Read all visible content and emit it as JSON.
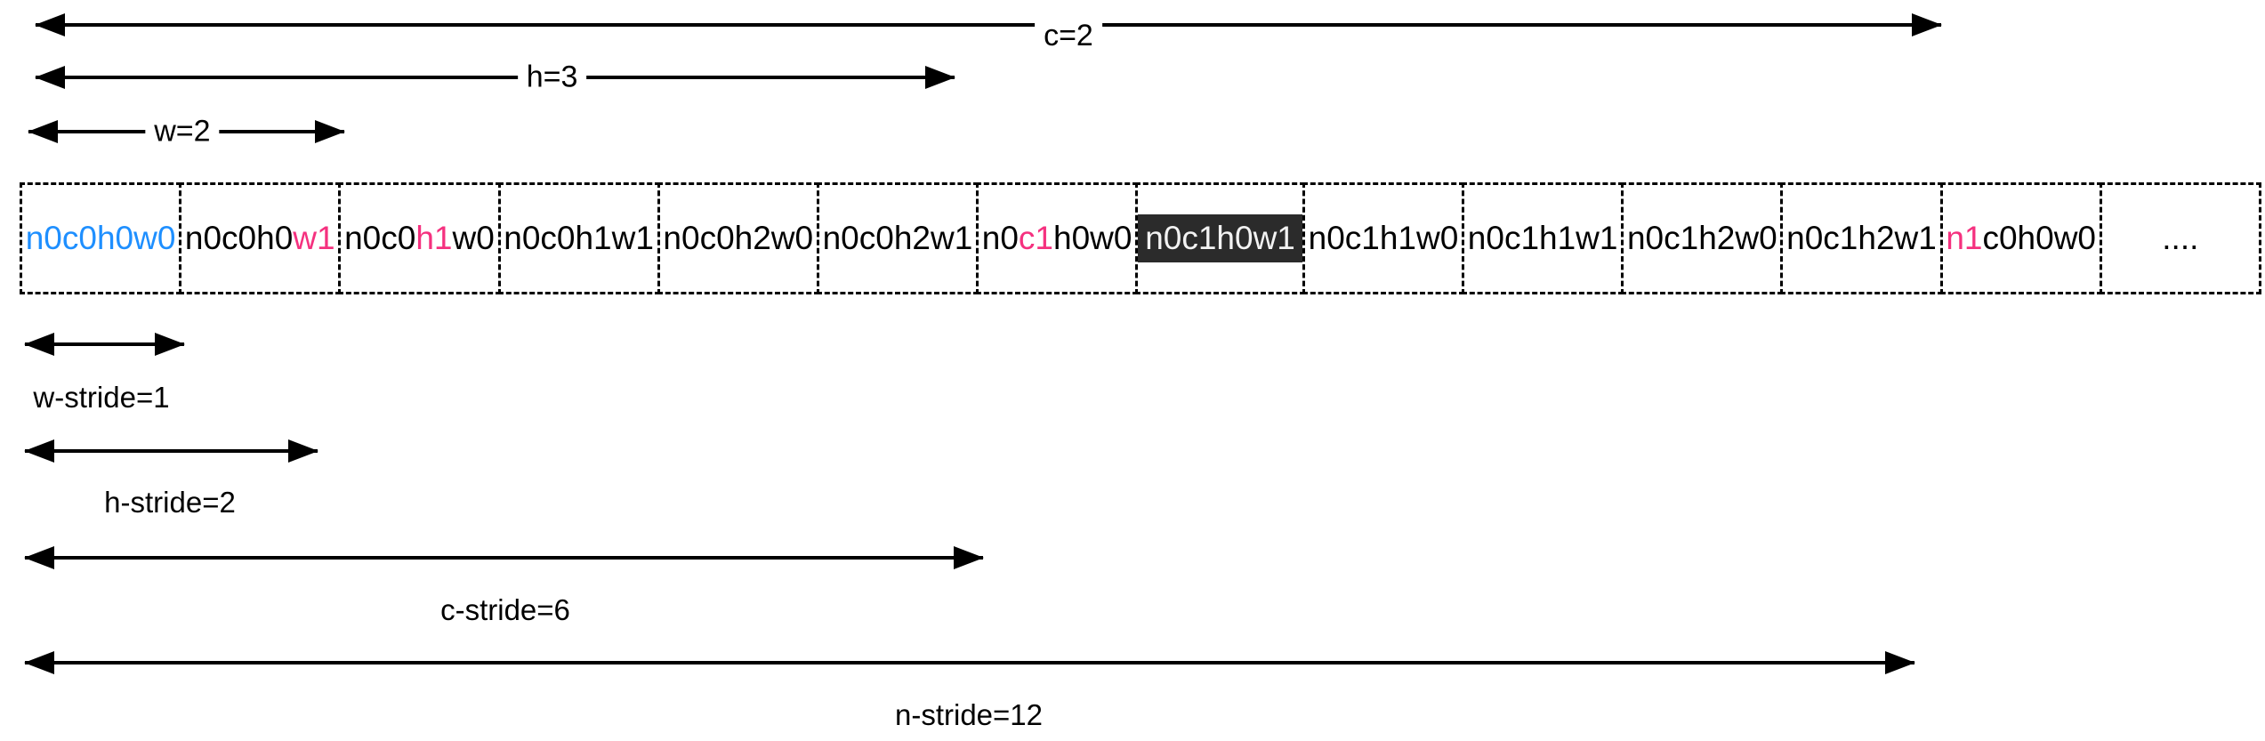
{
  "dimension_arrows": [
    {
      "id": "c",
      "label": "c=2"
    },
    {
      "id": "h",
      "label": "h=3"
    },
    {
      "id": "w",
      "label": "w=2"
    }
  ],
  "memory_row": {
    "cells": [
      {
        "segments": [
          {
            "text": "n0c0h0w0",
            "color": "blue"
          }
        ],
        "highlight": false
      },
      {
        "segments": [
          {
            "text": "n0c0h0",
            "color": "black"
          },
          {
            "text": "w1",
            "color": "pink"
          }
        ],
        "highlight": false
      },
      {
        "segments": [
          {
            "text": "n0c0",
            "color": "black"
          },
          {
            "text": "h1",
            "color": "pink"
          },
          {
            "text": "w0",
            "color": "black"
          }
        ],
        "highlight": false
      },
      {
        "segments": [
          {
            "text": "n0c0h1w1",
            "color": "black"
          }
        ],
        "highlight": false
      },
      {
        "segments": [
          {
            "text": "n0c0h2w0",
            "color": "black"
          }
        ],
        "highlight": false
      },
      {
        "segments": [
          {
            "text": "n0c0h2w1",
            "color": "black"
          }
        ],
        "highlight": false
      },
      {
        "segments": [
          {
            "text": "n0",
            "color": "black"
          },
          {
            "text": "c1",
            "color": "pink"
          },
          {
            "text": "h0w0",
            "color": "black"
          }
        ],
        "highlight": false
      },
      {
        "segments": [
          {
            "text": "n0c1h0w1",
            "color": "white"
          }
        ],
        "highlight": true
      },
      {
        "segments": [
          {
            "text": "n0c1h1w0",
            "color": "black"
          }
        ],
        "highlight": false
      },
      {
        "segments": [
          {
            "text": "n0c1h1w1",
            "color": "black"
          }
        ],
        "highlight": false
      },
      {
        "segments": [
          {
            "text": "n0c1h2w0",
            "color": "black"
          }
        ],
        "highlight": false
      },
      {
        "segments": [
          {
            "text": "n0c1h2w1",
            "color": "black"
          }
        ],
        "highlight": false
      },
      {
        "segments": [
          {
            "text": "n1",
            "color": "pink"
          },
          {
            "text": "c0h0w0",
            "color": "black"
          }
        ],
        "highlight": false
      },
      {
        "segments": [
          {
            "text": "....",
            "color": "black"
          }
        ],
        "highlight": false
      }
    ]
  },
  "stride_arrows": [
    {
      "id": "w-stride",
      "label": "w-stride=1"
    },
    {
      "id": "h-stride",
      "label": "h-stride=2"
    },
    {
      "id": "c-stride",
      "label": "c-stride=6"
    },
    {
      "id": "n-stride",
      "label": "n-stride=12"
    }
  ],
  "colors": {
    "black": "#000000",
    "blue": "#1E8FFF",
    "pink": "#F5317F",
    "white": "#F2F2F2",
    "highlight_bg": "#2B2B2B",
    "line": "#000000"
  }
}
